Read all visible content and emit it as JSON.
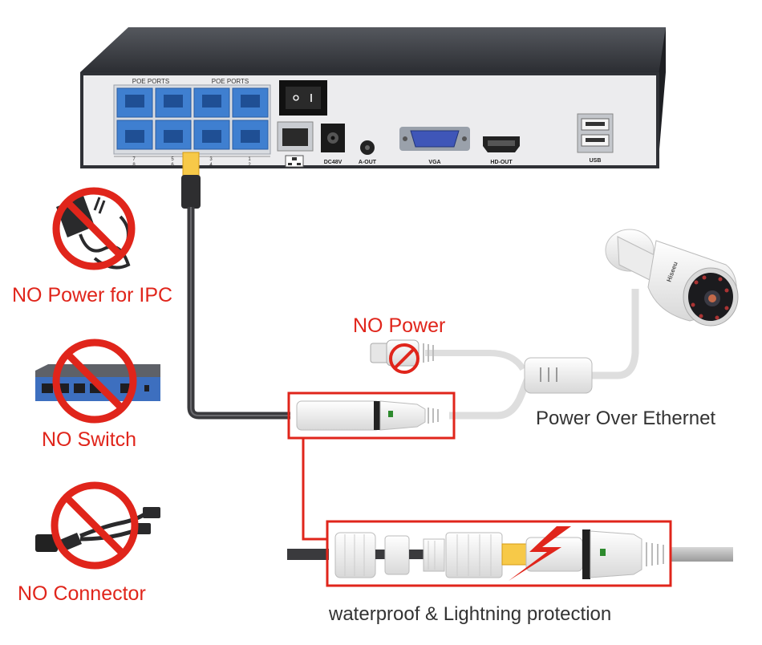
{
  "nvr": {
    "port_group_left": "POE  PORTS",
    "port_group_right": "POE  PORTS",
    "port_numbers_top": [
      "7",
      "5",
      "3",
      "1"
    ],
    "port_numbers_bottom": [
      "8",
      "6",
      "4",
      "2"
    ],
    "dc_label": "DC48V",
    "audio_label": "A-OUT",
    "vga_label": "VGA",
    "hdmi_label": "HD-OUT",
    "usb_label": "USB"
  },
  "prohibitions": [
    {
      "label": "NO Power for IPC",
      "icon": "power-adapter-icon"
    },
    {
      "label": "NO Switch",
      "icon": "network-switch-icon"
    },
    {
      "label": "NO Connector",
      "icon": "poe-splitter-icon"
    }
  ],
  "cable": {
    "no_power_label": "NO Power",
    "poe_label": "Power Over Ethernet",
    "protection_label": "waterproof & Lightning protection"
  },
  "camera": {
    "brand": "Hiseeu"
  },
  "colors": {
    "accent_red": "#e0251b",
    "port_blue": "#3f7fd0",
    "nvr_body": "#3b3d42",
    "panel": "#ececee"
  }
}
